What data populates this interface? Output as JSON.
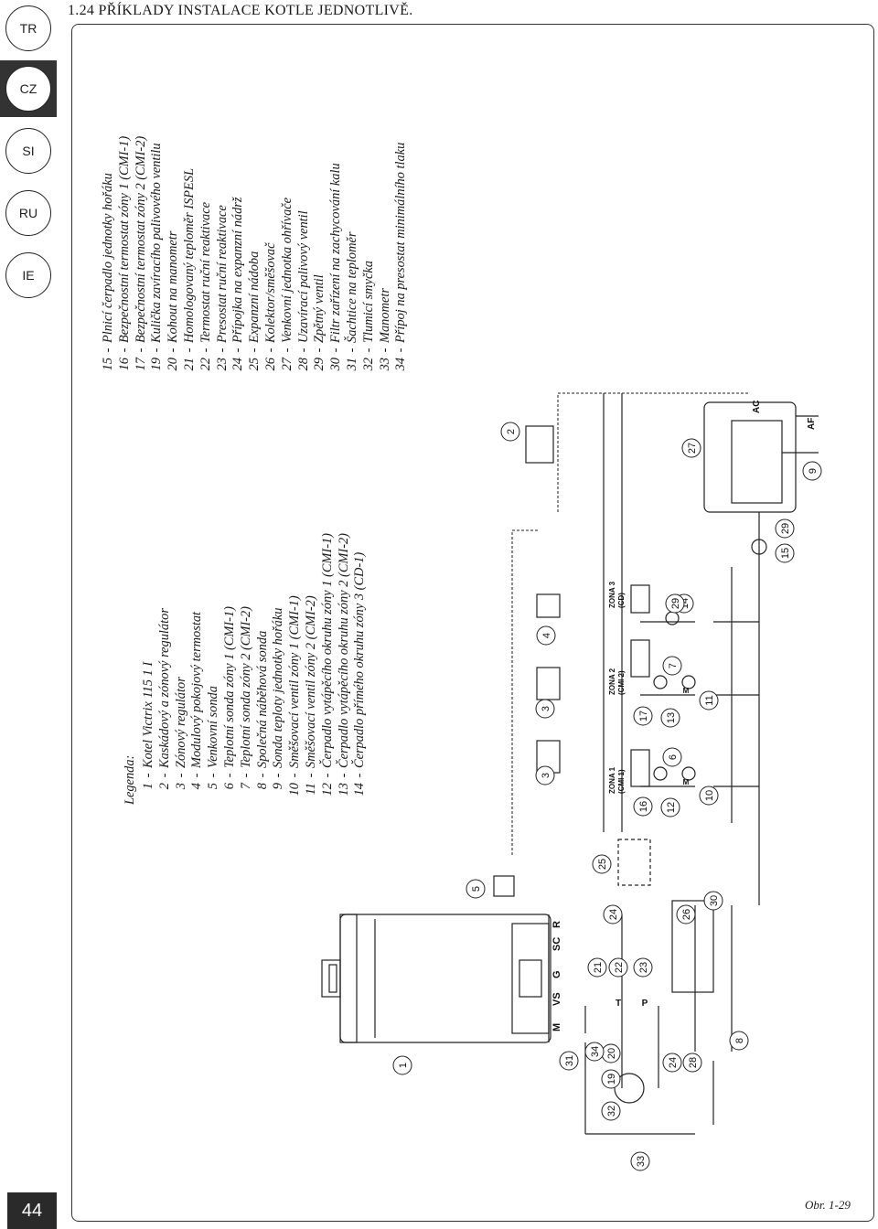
{
  "languages": [
    {
      "code": "TR",
      "active": false
    },
    {
      "code": "CZ",
      "active": true
    },
    {
      "code": "SI",
      "active": false
    },
    {
      "code": "RU",
      "active": false
    },
    {
      "code": "IE",
      "active": false
    }
  ],
  "page_number": "44",
  "section_title": "1.24 PŘÍKLADY INSTALACE KOTLE JEDNOTLIVĚ.",
  "figure_caption": "Obr. 1-29",
  "legend": {
    "heading": "Legenda:",
    "col1": [
      {
        "num": "1",
        "text": "Kotel Victrix 115 1 I"
      },
      {
        "num": "2",
        "text": "Kaskádový a zónový regulátor"
      },
      {
        "num": "3",
        "text": "Zónový regulátor"
      },
      {
        "num": "4",
        "text": "Modulový pokojový termostat"
      },
      {
        "num": "5",
        "text": "Venkovní sonda"
      },
      {
        "num": "6",
        "text": "Teplotní sonda zóny 1 (CMI-1)"
      },
      {
        "num": "7",
        "text": "Teplotní sonda zóny 2 (CMI-2)"
      },
      {
        "num": "8",
        "text": "Společná náběhová sonda"
      },
      {
        "num": "9",
        "text": "Sonda teploty jednotky hořáku"
      },
      {
        "num": "10",
        "text": "Směšovací ventil zóny 1 (CMI-1)"
      },
      {
        "num": "11",
        "text": "Směšovací ventil zóny 2 (CMI-2)"
      },
      {
        "num": "12",
        "text": "Čerpadlo vytápěcího okruhu zóny 1 (CMI-1)"
      },
      {
        "num": "13",
        "text": "Čerpadlo vytápěcího okruhu zóny 2 (CMI-2)"
      },
      {
        "num": "14",
        "text": "Čerpadlo přímého okruhu zóny 3 (CD-1)"
      }
    ],
    "col2": [
      {
        "num": "15",
        "text": "Plnicí čerpadlo jednotky hořáku"
      },
      {
        "num": "16",
        "text": "Bezpečnostní termostat zóny 1 (CMI-1)"
      },
      {
        "num": "17",
        "text": "Bezpečnostní termostat zóny 2 (CMI-2)"
      },
      {
        "num": "19",
        "text": "Kulička zavíracího palivového ventilu"
      },
      {
        "num": "20",
        "text": "Kohout na manometr"
      },
      {
        "num": "21",
        "text": "Homologovaný teploměr ISPESL"
      },
      {
        "num": "22",
        "text": "Termostat ruční reaktivace"
      },
      {
        "num": "23",
        "text": "Presostat ruční reaktivace"
      },
      {
        "num": "24",
        "text": "Přípojka na expanzní nádrž"
      },
      {
        "num": "25",
        "text": "Expanzní nádoba"
      },
      {
        "num": "26",
        "text": "Kolektor/směšovač"
      },
      {
        "num": "27",
        "text": "Venkovní jednotka ohřívače"
      },
      {
        "num": "28",
        "text": "Uzavírací palivový ventil"
      },
      {
        "num": "29",
        "text": "Zpětný ventil"
      },
      {
        "num": "30",
        "text": "Filtr zařízení na zachycování kalu"
      },
      {
        "num": "31",
        "text": "Šachtice na teploměr"
      },
      {
        "num": "32",
        "text": "Tlumicí smyčka"
      },
      {
        "num": "33",
        "text": "Manometr"
      },
      {
        "num": "34",
        "text": "Přípoj na presostat minimálního tlaku"
      }
    ]
  },
  "diagram": {
    "callouts": [
      "1",
      "2",
      "3",
      "3",
      "4",
      "5",
      "6",
      "7",
      "8",
      "9",
      "10",
      "11",
      "12",
      "13",
      "14",
      "15",
      "16",
      "17",
      "19",
      "20",
      "21",
      "22",
      "23",
      "24",
      "24",
      "25",
      "26",
      "27",
      "28",
      "29",
      "29",
      "30",
      "31",
      "32",
      "33",
      "34"
    ],
    "terminal_labels": [
      "M",
      "VS",
      "G",
      "SC",
      "R"
    ],
    "sensor_labels": [
      "T",
      "P"
    ],
    "zone_labels": [
      {
        "line1": "ZONA 1",
        "line2": "(CMI 1)"
      },
      {
        "line1": "ZONA 2",
        "line2": "(CMI 2)"
      },
      {
        "line1": "ZONA 3",
        "line2": "(CD)"
      }
    ],
    "water_labels": [
      "AC",
      "AF"
    ],
    "motor_label": "M"
  }
}
